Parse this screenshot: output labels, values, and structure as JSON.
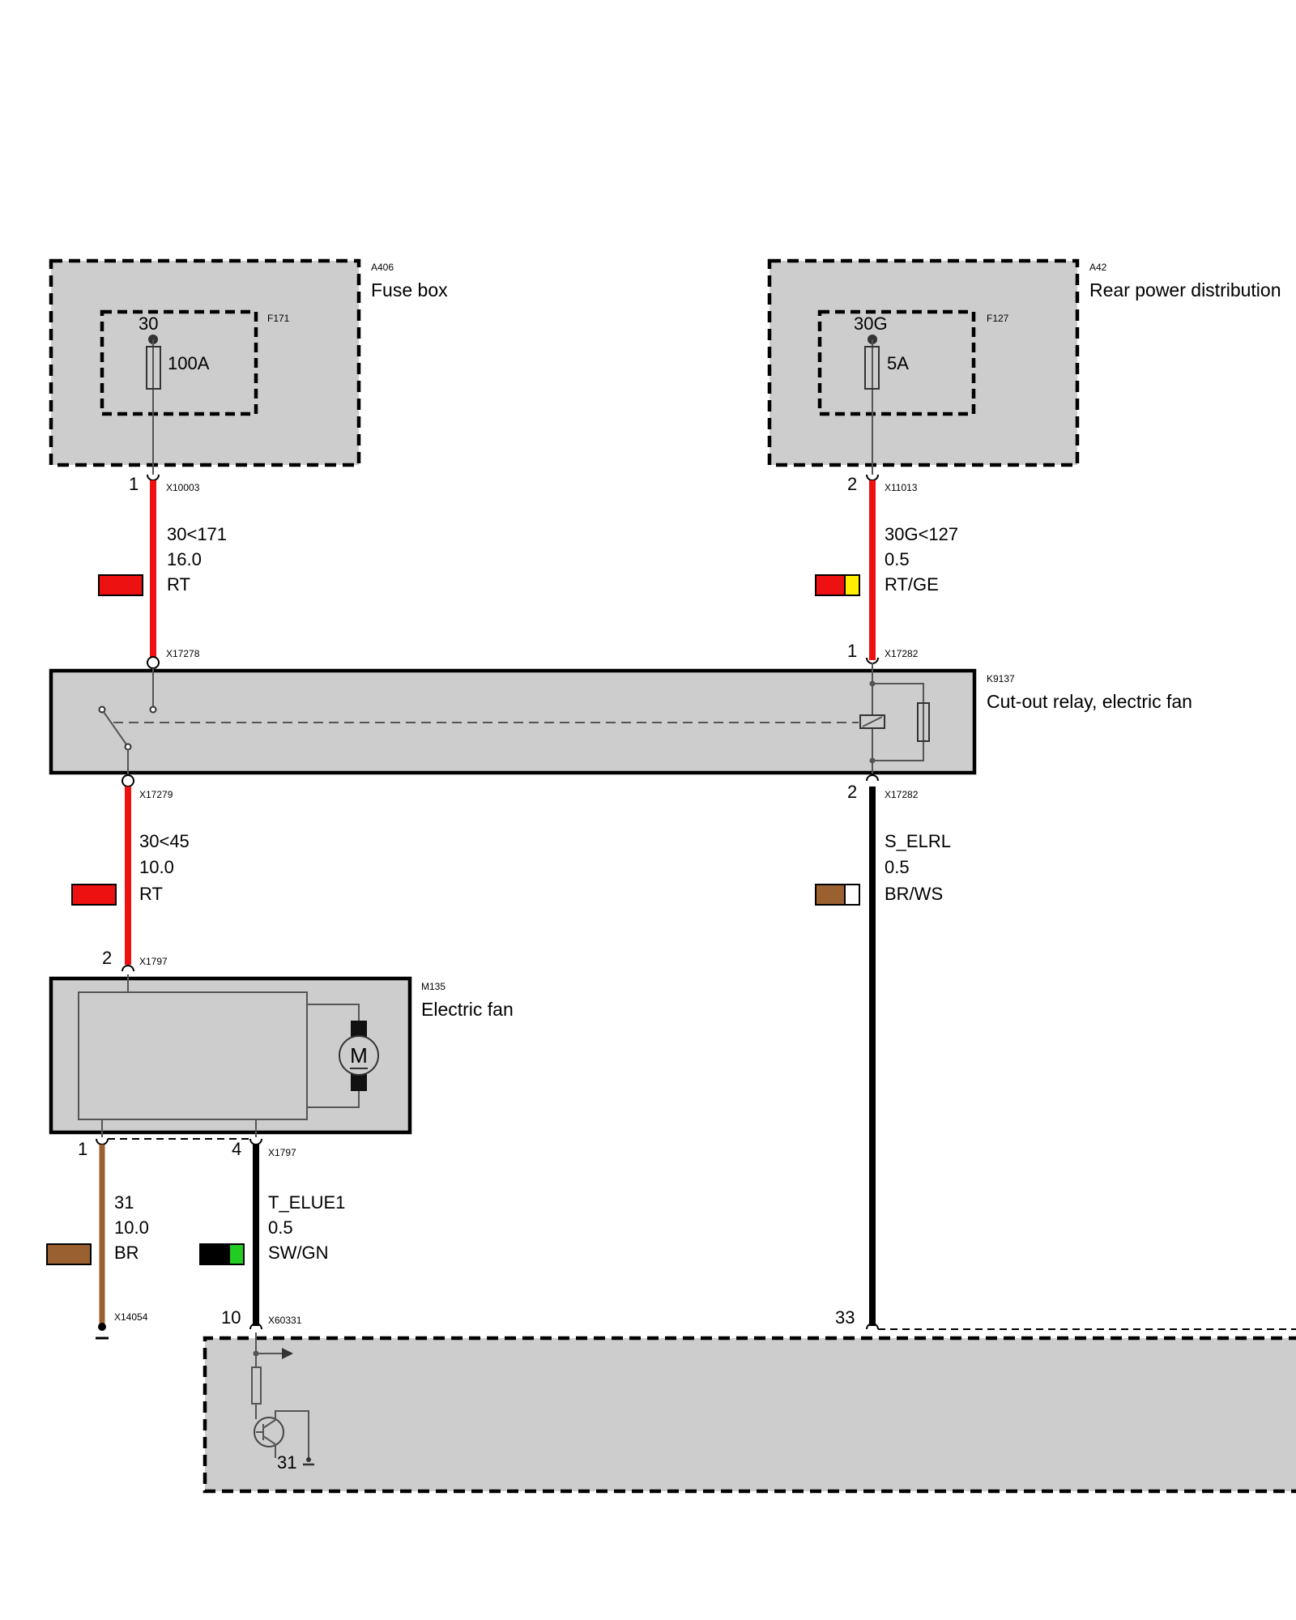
{
  "colors": {
    "red": "#ee1111",
    "yellow": "#ffee00",
    "brown": "#9b6030",
    "black": "#000000",
    "green": "#22cc22",
    "white": "#ffffff",
    "component_fill": "#cdcdcd"
  },
  "components": {
    "fuse_box": {
      "id": "A406",
      "name": "Fuse box"
    },
    "fuse_f171": {
      "id": "F171",
      "terminal": "30",
      "rating": "100A"
    },
    "rear_power": {
      "id": "A42",
      "name": "Rear power distribution"
    },
    "fuse_f127": {
      "id": "F127",
      "terminal": "30G",
      "rating": "5A"
    },
    "relay": {
      "id": "K9137",
      "name": "Cut-out relay, electric fan"
    },
    "fan": {
      "id": "M135",
      "name": "Electric fan",
      "symbol": "M"
    },
    "control_unit": {
      "ground_label": "31"
    }
  },
  "connectors": {
    "x10003": {
      "id": "X10003",
      "pin": "1"
    },
    "x11013": {
      "id": "X11013",
      "pin": "2"
    },
    "x17278": {
      "id": "X17278"
    },
    "x17282_in": {
      "id": "X17282",
      "pin": "1"
    },
    "x17279": {
      "id": "X17279"
    },
    "x17282_out": {
      "id": "X17282",
      "pin": "2"
    },
    "x1797_in": {
      "id": "X1797",
      "pin": "2"
    },
    "x1797_out": {
      "id": "X1797",
      "pin_left": "1",
      "pin_right": "4"
    },
    "x14054": {
      "id": "X14054"
    },
    "x60331": {
      "id": "X60331",
      "pin_left": "10",
      "pin_right": "33"
    }
  },
  "wires": {
    "w1": {
      "signal": "30<171",
      "gauge": "16.0",
      "color_code": "RT",
      "swatch": [
        "red"
      ]
    },
    "w2": {
      "signal": "30G<127",
      "gauge": "0.5",
      "color_code": "RT/GE",
      "swatch": [
        "red",
        "yellow"
      ]
    },
    "w3": {
      "signal": "30<45",
      "gauge": "10.0",
      "color_code": "RT",
      "swatch": [
        "red"
      ]
    },
    "w4": {
      "signal": "S_ELRL",
      "gauge": "0.5",
      "color_code": "BR/WS",
      "swatch": [
        "brown",
        "white"
      ]
    },
    "w5": {
      "signal": "31",
      "gauge": "10.0",
      "color_code": "BR",
      "swatch": [
        "brown"
      ]
    },
    "w6": {
      "signal": "T_ELUE1",
      "gauge": "0.5",
      "color_code": "SW/GN",
      "swatch": [
        "black",
        "green"
      ]
    }
  }
}
